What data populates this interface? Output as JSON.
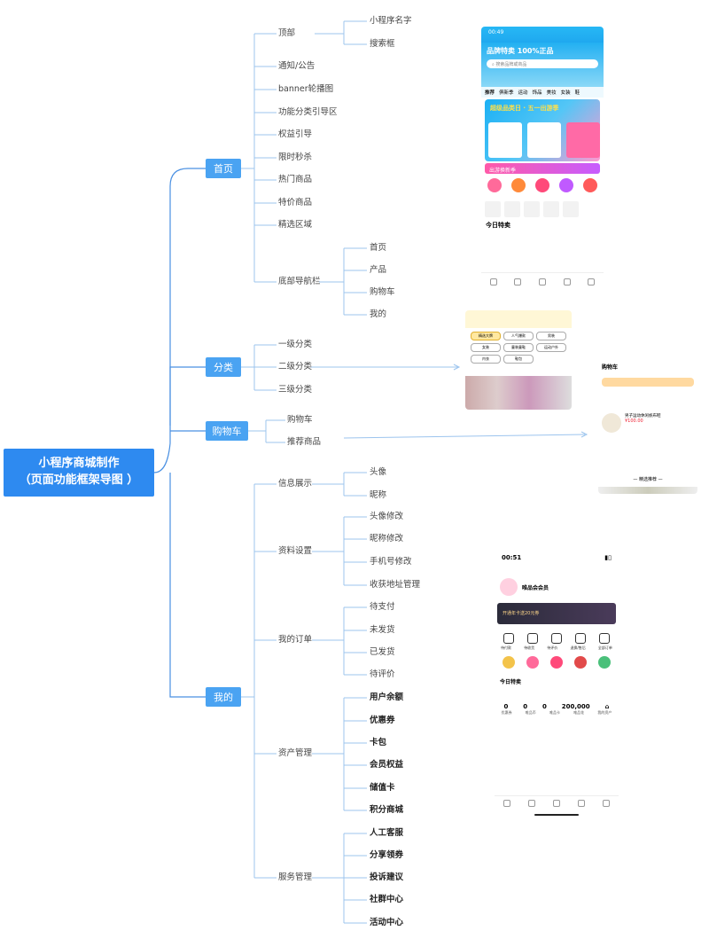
{
  "root": {
    "line1": "小程序商城制作",
    "line2": "（页面功能框架导图 ）"
  },
  "level1": {
    "home": "首页",
    "category": "分类",
    "cart": "购物车",
    "mine": "我的"
  },
  "home": {
    "top": "顶部",
    "top_children": [
      "小程序名字",
      "搜索框"
    ],
    "items": [
      "通知/公告",
      "banner轮播图",
      "功能分类引导区",
      "权益引导",
      "限时秒杀",
      "热门商品",
      "特价商品",
      "精选区域"
    ],
    "nav": "底部导航栏",
    "nav_children": [
      "首页",
      "产品",
      "购物车",
      "我的"
    ]
  },
  "category": {
    "items": [
      "一级分类",
      "二级分类",
      "三级分类"
    ]
  },
  "cart": {
    "items": [
      "购物车",
      "推荐商品"
    ]
  },
  "mine": {
    "info": "信息展示",
    "info_children": [
      "头像",
      "昵称"
    ],
    "settings": "资料设置",
    "settings_children": [
      "头像修改",
      "昵称修改",
      "手机号修改",
      "收获地址管理"
    ],
    "orders": "我的订单",
    "orders_children": [
      "待支付",
      "未发货",
      "已发货",
      "待评价"
    ],
    "assets": "资产管理",
    "assets_children": [
      "用户余额",
      "优惠券",
      "卡包",
      "会员权益",
      "储值卡",
      "积分商城"
    ],
    "service": "服务管理",
    "service_children": [
      "人工客服",
      "分享领券",
      "投诉建议",
      "社群中心",
      "活动中心"
    ]
  },
  "mockup_home": {
    "time": "00:49",
    "brand": "品牌特卖 100%正品",
    "search_placeholder": "搜索品牌或商品",
    "tabs": [
      "推荐",
      "俱新季",
      "运动",
      "饰品",
      "美妆",
      "女装",
      "鞋"
    ],
    "banner_title": "超级品类日 · 五一出游季",
    "promo": "出游换新季",
    "today": "今日特卖"
  },
  "mockup_category": {
    "chips": [
      "精选大牌",
      "人气爆款",
      "男装",
      "女装",
      "童装童鞋",
      "运动户外",
      "内衣",
      "鞋包"
    ]
  },
  "mockup_cart": {
    "title": "购物车",
    "product": "男子运动休闲帆布鞋",
    "price": "¥100.00",
    "recommend": "— 精选推荐 —"
  },
  "mockup_mine": {
    "time": "00:51",
    "name": "唯品会会员",
    "vip_text": "开通年卡送20元券",
    "orders": [
      "待付款",
      "待收货",
      "待评价",
      "退换/售后",
      "全部订单"
    ],
    "today": "今日特卖",
    "stats": [
      "0",
      "0",
      "0",
      "200,000"
    ],
    "stat_labels": [
      "优惠券",
      "唯品币",
      "唯品卡",
      "唯品花",
      "我的资产"
    ]
  },
  "colors": {
    "root": "#2e8af0",
    "level1": "#4aa3f2",
    "wire": "#4a90e2",
    "wire_light": "#9cc4ee"
  }
}
